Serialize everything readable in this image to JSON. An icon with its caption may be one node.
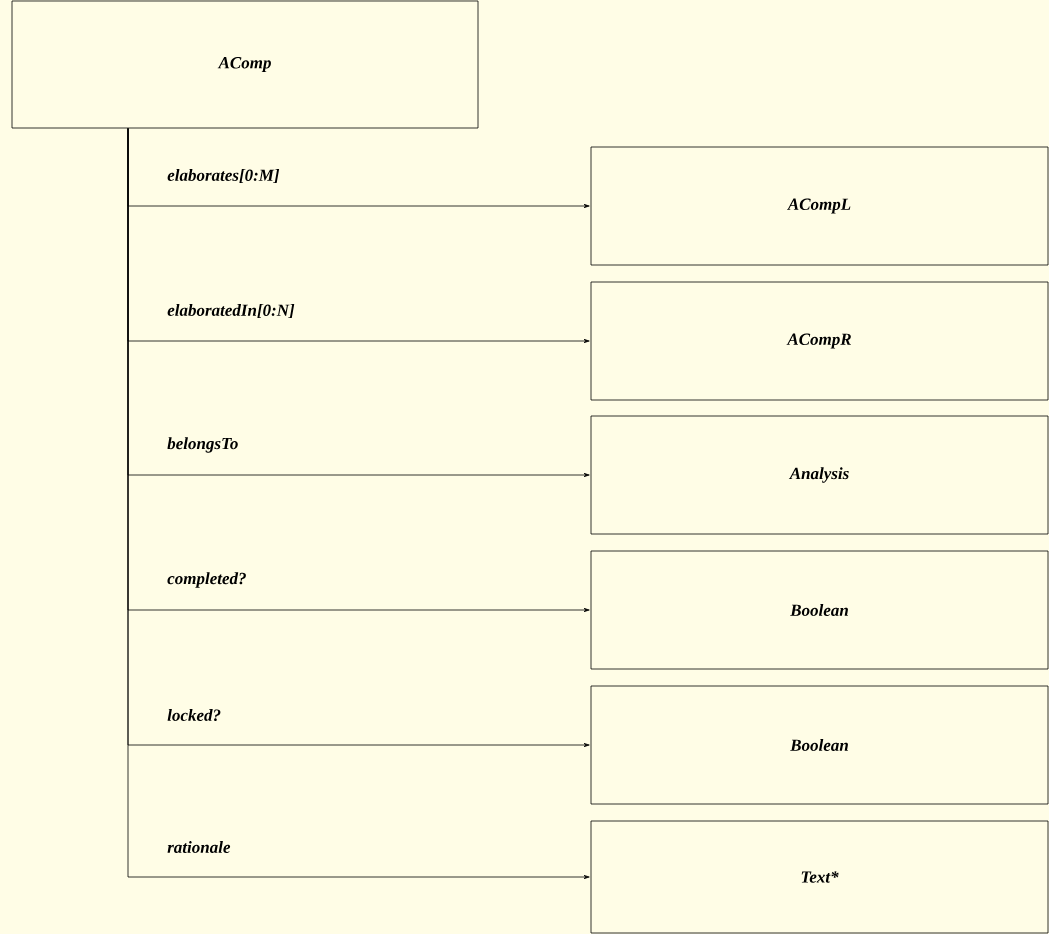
{
  "diagram": {
    "nodes": [
      {
        "text": [
          "AComp"
        ]
      },
      {
        "text": [
          "ACompL"
        ]
      },
      {
        "text": [
          "ACompR"
        ]
      },
      {
        "text": [
          "Analysis"
        ]
      },
      {
        "text": [
          "Boolean"
        ]
      },
      {
        "text": [
          "Boolean"
        ]
      },
      {
        "text": [
          "Text*"
        ]
      }
    ],
    "edges": [
      {
        "from": 0,
        "to": 1,
        "arrow": "to",
        "label": "elaborates[0:M]"
      },
      {
        "from": 0,
        "to": 2,
        "arrow": "to",
        "label": "elaboratedIn[0:N]"
      },
      {
        "from": 0,
        "to": 3,
        "arrow": "to",
        "label": "belongsTo"
      },
      {
        "from": 0,
        "to": 4,
        "arrow": "to",
        "label": "completed?"
      },
      {
        "from": 0,
        "to": 5,
        "arrow": "to",
        "label": "locked?"
      },
      {
        "from": 0,
        "to": 6,
        "arrow": "to",
        "label": "rationale"
      }
    ]
  }
}
